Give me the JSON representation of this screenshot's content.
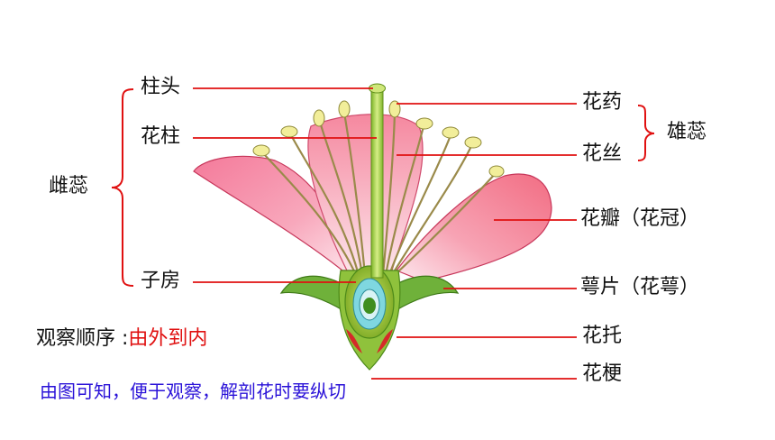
{
  "labels": {
    "stigma": "柱头",
    "style": "花柱",
    "pistil": "雌蕊",
    "ovary": "子房",
    "anther": "花药",
    "filament": "花丝",
    "stamen": "雄蕊",
    "petal": "花瓣（花冠）",
    "sepal": "萼片（花萼）",
    "receptacle": "花托",
    "pedicel": "花梗"
  },
  "notes": {
    "order_prefix": "观察顺序 :",
    "order_value": "由外到内",
    "conclusion": "由图可知，便于观察，解剖花时要纵切"
  },
  "colors": {
    "leader_line": "#e01010",
    "order_value": "#e01010",
    "conclusion": "#2a12d8"
  }
}
